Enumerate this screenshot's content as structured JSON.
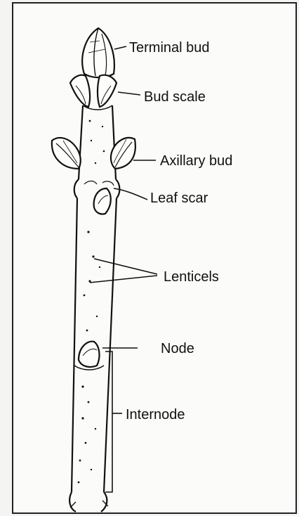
{
  "labels": {
    "terminal_bud": "Terminal bud",
    "bud_scale": "Bud scale",
    "axillary_bud": "Axillary bud",
    "leaf_scar": "Leaf scar",
    "lenticels": "Lenticels",
    "node": "Node",
    "internode": "Internode"
  }
}
